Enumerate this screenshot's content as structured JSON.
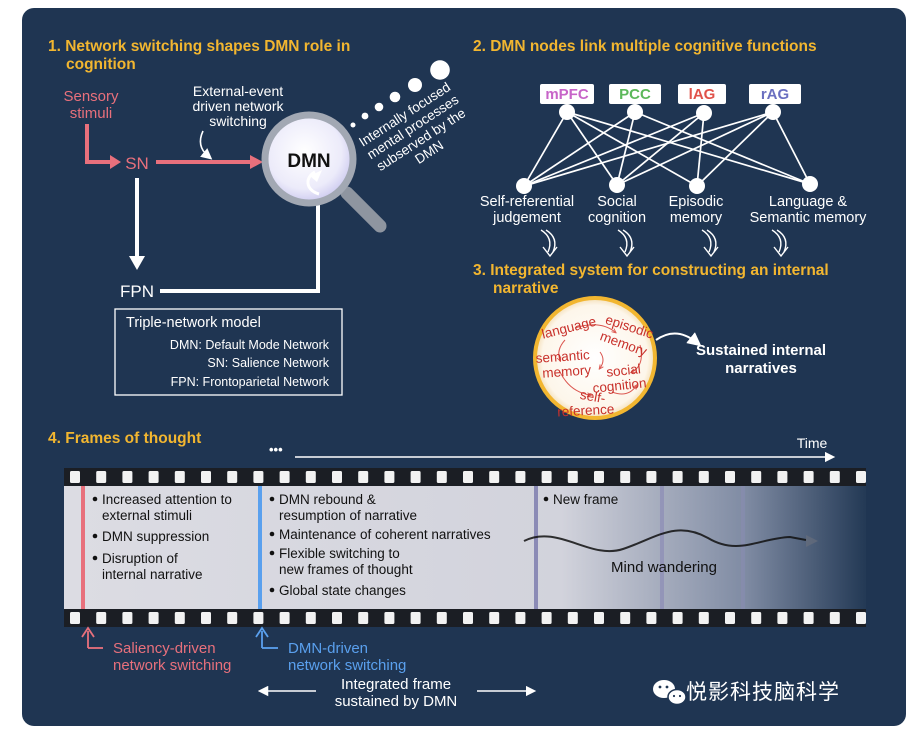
{
  "panel1": {
    "title": [
      "1. Network switching shapes DMN role in",
      "cognition"
    ],
    "sensory": [
      "Sensory",
      "stimuli"
    ],
    "external": [
      "External-event",
      "driven network",
      "switching"
    ],
    "sn": "SN",
    "dmn": "DMN",
    "fpn": "FPN",
    "internal": [
      "Internally focused",
      "mental processes",
      "subserved by the",
      "DMN"
    ],
    "legend_title": "Triple-network model",
    "legend": [
      "DMN: Default Mode Network",
      "SN: Salience Network",
      "FPN: Frontoparietal Network"
    ]
  },
  "panel2": {
    "title": "2. DMN nodes link multiple cognitive functions",
    "nodes": [
      {
        "label": "mPFC",
        "color": "#c764c8"
      },
      {
        "label": "PCC",
        "color": "#5cb85a"
      },
      {
        "label": "lAG",
        "color": "#e0524a"
      },
      {
        "label": "rAG",
        "color": "#6a6fc0"
      }
    ],
    "functions": [
      [
        "Self-referential",
        "judgement"
      ],
      [
        "Social",
        "cognition"
      ],
      [
        "Episodic",
        "memory"
      ],
      [
        "Language &",
        "Semantic memory"
      ]
    ]
  },
  "panel3": {
    "title": [
      "3. Integrated system for constructing an internal",
      "narrative"
    ],
    "words": [
      "language",
      "episodic",
      "memory",
      "semantic",
      "memory",
      "social",
      "cognition",
      "self-",
      "reference"
    ],
    "sustained": [
      "Sustained internal",
      "narratives"
    ]
  },
  "panel4": {
    "title": "4. Frames of thought",
    "ellipsis": "•••",
    "time": "Time",
    "frame1": [
      "Increased attention to",
      "external stimuli",
      "DMN suppression",
      "Disruption of",
      "internal narrative"
    ],
    "frame2": [
      "DMN rebound &",
      "resumption of narrative",
      "Maintenance of coherent narratives",
      "Flexible switching to",
      "new frames of thought",
      "Global state changes"
    ],
    "frame3": "New frame",
    "wandering": "Mind wandering",
    "saliency": [
      "Saliency-driven",
      "network switching"
    ],
    "dmn_driven": [
      "DMN-driven",
      "network switching"
    ],
    "integrated": [
      "Integrated frame",
      "sustained by DMN"
    ]
  },
  "watermark": "悦影科技脑科学",
  "colors": {
    "bg": "#1f3552",
    "accent": "#f2b630",
    "pink": "#e8707c",
    "blue": "#5aa0ee"
  }
}
